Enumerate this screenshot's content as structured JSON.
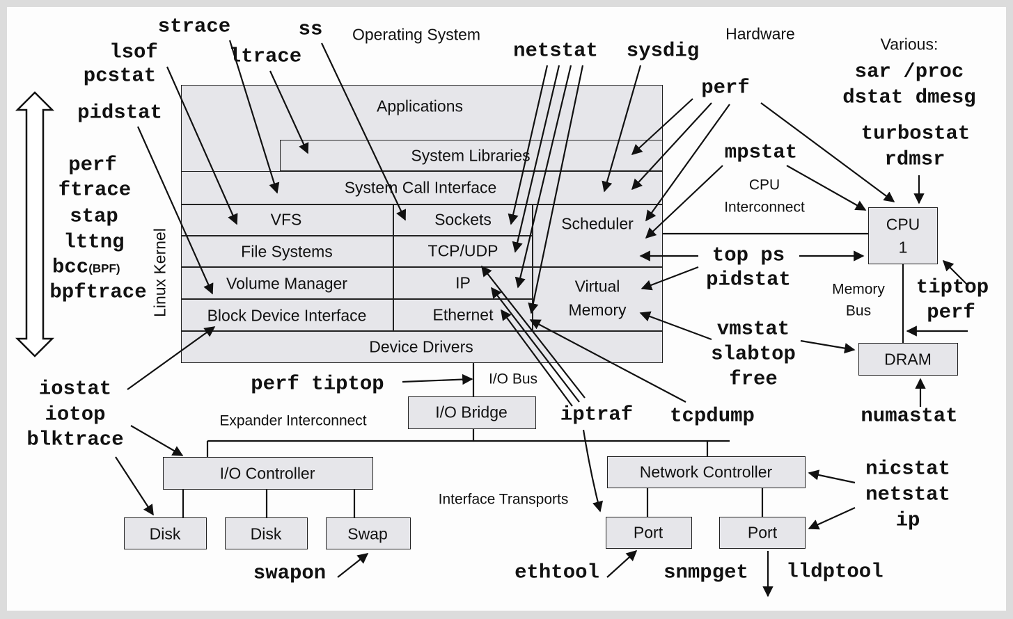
{
  "headers": {
    "os": "Operating System",
    "hardware": "Hardware",
    "various": "Various:",
    "linux_kernel": "Linux Kernel"
  },
  "kernel": {
    "applications": "Applications",
    "system_libraries": "System Libraries",
    "syscall": "System Call Interface",
    "vfs": "VFS",
    "file_systems": "File Systems",
    "volume_manager": "Volume Manager",
    "block_device": "Block Device Interface",
    "sockets": "Sockets",
    "tcpudp": "TCP/UDP",
    "ip": "IP",
    "ethernet": "Ethernet",
    "scheduler": "Scheduler",
    "virtual_memory_1": "Virtual",
    "virtual_memory_2": "Memory",
    "device_drivers": "Device Drivers"
  },
  "hw": {
    "cpu_1": "CPU",
    "cpu_2": "1",
    "dram": "DRAM",
    "cpu_interconnect_1": "CPU",
    "cpu_interconnect_2": "Interconnect",
    "memory_bus_1": "Memory",
    "memory_bus_2": "Bus",
    "io_bus": "I/O Bus",
    "io_bridge": "I/O Bridge",
    "expander": "Expander Interconnect",
    "io_controller": "I/O Controller",
    "disk1": "Disk",
    "disk2": "Disk",
    "swap": "Swap",
    "interface_transports": "Interface Transports",
    "network_controller": "Network Controller",
    "port1": "Port",
    "port2": "Port"
  },
  "tools": {
    "strace": "strace",
    "ss": "ss",
    "lsof": "lsof",
    "ltrace": "ltrace",
    "pcstat": "pcstat",
    "pidstat_top": "pidstat",
    "perf_left": "perf",
    "ftrace": "ftrace",
    "stap": "stap",
    "lttng": "lttng",
    "bcc": "bcc",
    "bcc_bpf": "(BPF)",
    "bpftrace": "bpftrace",
    "netstat_top": "netstat",
    "sysdig": "sysdig",
    "perf_top": "perf",
    "mpstat": "mpstat",
    "sar_proc": "sar /proc",
    "dstat_dmesg": "dstat dmesg",
    "turbostat": "turbostat",
    "rdmsr": "rdmsr",
    "top_ps": "top ps",
    "pidstat_mid": "pidstat",
    "tiptop_right": "tiptop",
    "perf_right": "perf",
    "vmstat": "vmstat",
    "slabtop": "slabtop",
    "free": "free",
    "numastat": "numastat",
    "iostat": "iostat",
    "iotop": "iotop",
    "blktrace": "blktrace",
    "perf_tiptop": "perf tiptop",
    "iptraf": "iptraf",
    "tcpdump": "tcpdump",
    "nicstat": "nicstat",
    "netstat_bottom": "netstat",
    "ip": "ip",
    "swapon": "swapon",
    "ethtool": "ethtool",
    "snmpget": "snmpget",
    "lldptool": "lldptool"
  }
}
